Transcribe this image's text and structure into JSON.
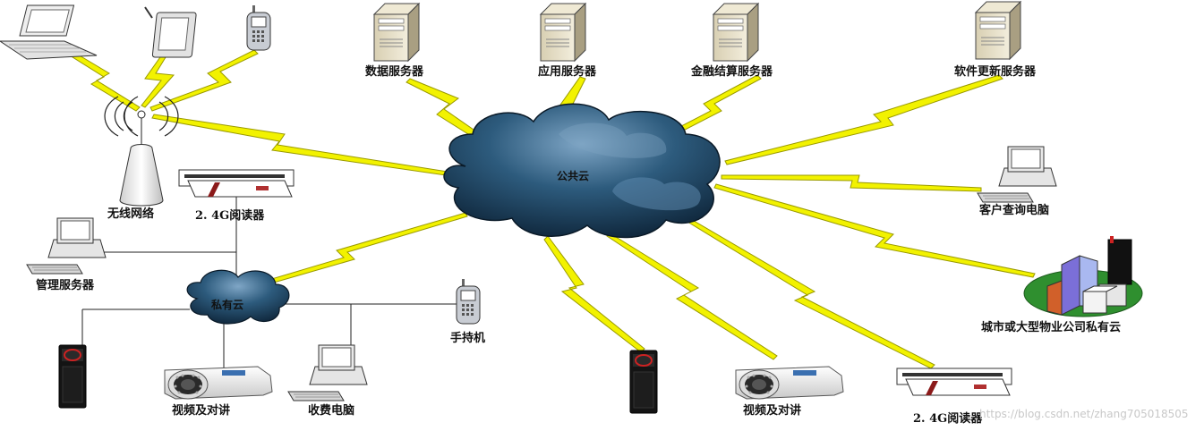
{
  "labels": {
    "data_server": "数据服务器",
    "app_server": "应用服务器",
    "finance_server": "金融结算服务器",
    "update_server": "软件更新服务器",
    "wireless": "无线网络",
    "reader_top": "2. 4G阅读器",
    "public_cloud": "公共云",
    "client_pc": "客户查询电脑",
    "mgmt_server": "管理服务器",
    "private_cloud": "私有云",
    "handheld": "手持机",
    "city_cloud": "城市或大型物业公司私有云",
    "video_left": "视频及对讲",
    "fee_pc": "收费电脑",
    "video_right": "视频及对讲",
    "reader_bottom": "2. 4G阅读器"
  },
  "watermark": "https://blog.csdn.net/zhang705018505",
  "colors": {
    "lightning": "#f2f200",
    "lightning_stroke": "#9a9a00",
    "cloud": "#1e4c6b"
  }
}
